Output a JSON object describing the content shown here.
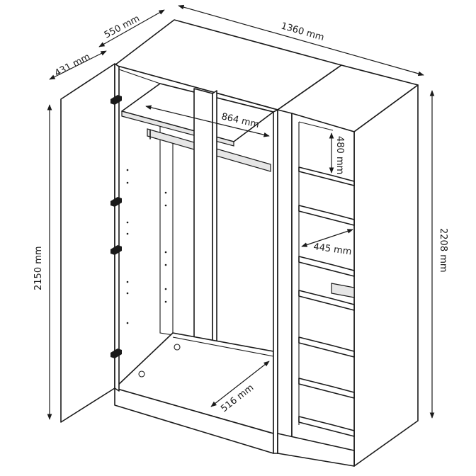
{
  "dimensions": {
    "depth_total": "550 mm",
    "door_depth": "431 mm",
    "width_total": "1360 mm",
    "rail_width": "864 mm",
    "shelf_height": "480 mm",
    "shelf_depth": "445 mm",
    "inner_depth": "516 mm",
    "body_height": "2150 mm",
    "total_height": "2208 mm"
  },
  "arrow_marker": "dimension-arrowhead"
}
